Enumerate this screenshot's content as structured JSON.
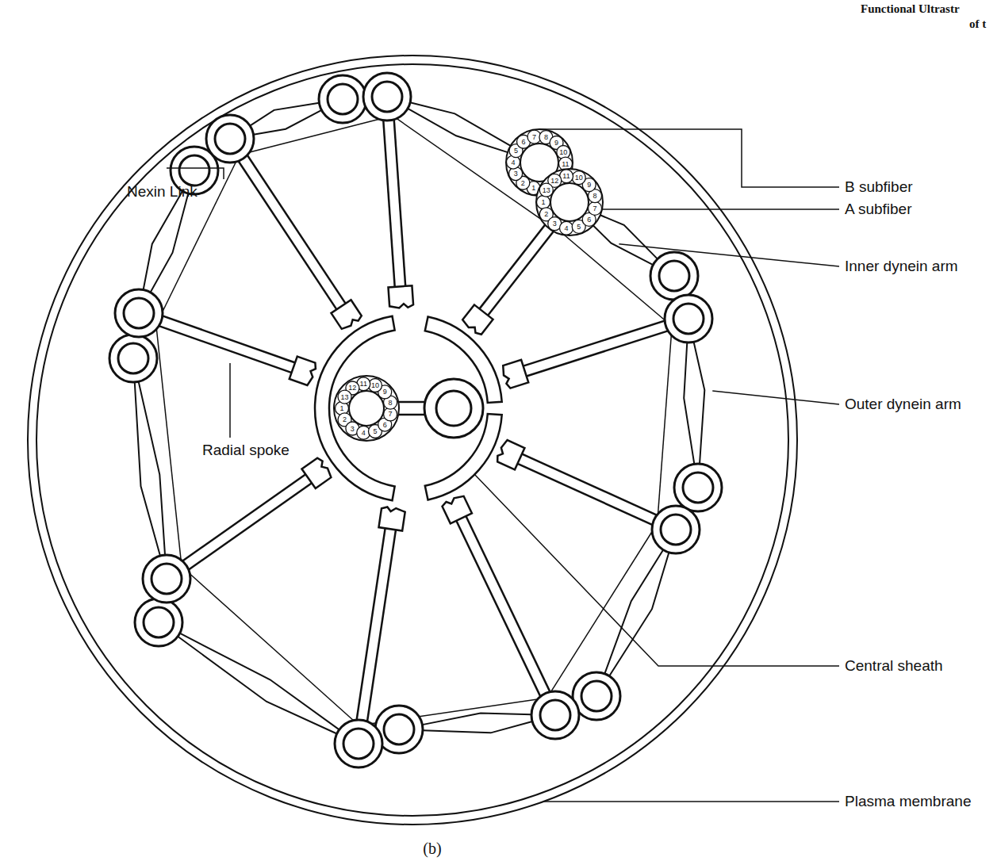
{
  "diagram": {
    "caption": "(b)",
    "labels": [
      "Functional Ultrastr",
      "of t",
      "B subfiber",
      "A subfiber",
      "Inner dynein arm",
      "Outer dynein arm",
      "Nexin Link",
      "Radial spoke",
      "Central sheath",
      "Plasma membrane",
      "1",
      "2",
      "3",
      "4",
      "5",
      "6",
      "7",
      "8",
      "9",
      "10",
      "11",
      "1",
      "2",
      "3",
      "4",
      "5",
      "6",
      "7",
      "8",
      "9",
      "10",
      "11",
      "12",
      "13",
      "1",
      "2",
      "3",
      "4",
      "5",
      "6",
      "7",
      "8",
      "9",
      "10",
      "11",
      "12",
      "13"
    ]
  }
}
